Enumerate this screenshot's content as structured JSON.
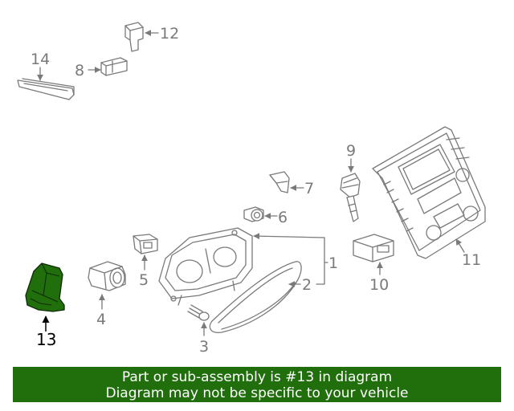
{
  "diagram": {
    "callouts": {
      "c1": "1",
      "c2": "2",
      "c3": "3",
      "c4": "4",
      "c5": "5",
      "c6": "6",
      "c7": "7",
      "c8": "8",
      "c9": "9",
      "c10": "10",
      "c11": "11",
      "c12": "12",
      "c13": "13",
      "c14": "14"
    },
    "highlighted_part": "13",
    "highlight_color": "#216e0d",
    "line_color": "#7a7a7a"
  },
  "banner": {
    "line1": "Part or sub-assembly is #13 in diagram",
    "line2": "Diagram may not be specific to your vehicle",
    "background": "#216e0d"
  }
}
